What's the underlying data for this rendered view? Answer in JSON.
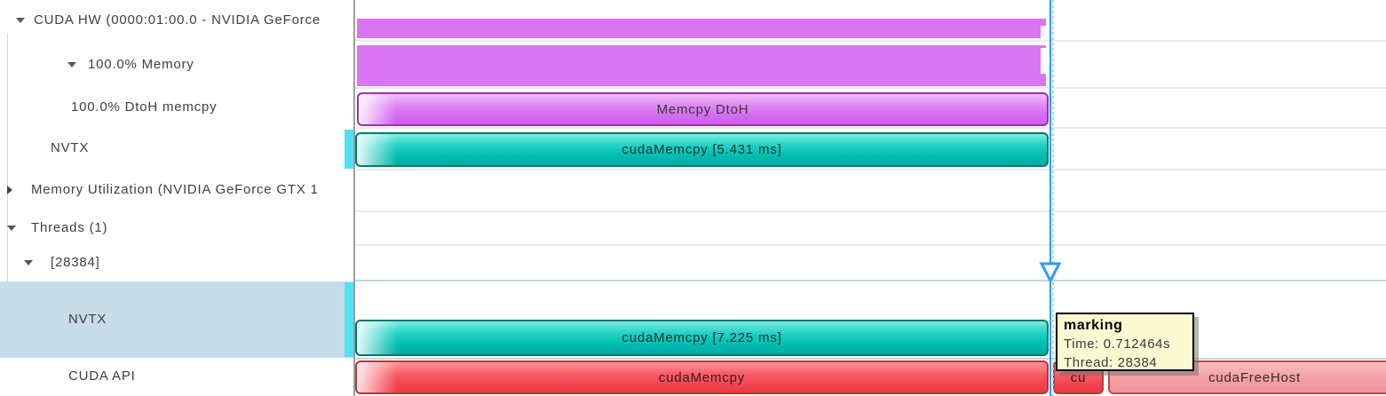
{
  "tree": {
    "rows": [
      {
        "label": "CUDA HW (0000:01:00.0 - NVIDIA GeForce",
        "arrow": "down"
      },
      {
        "label": "100.0% Memory",
        "arrow": "down"
      },
      {
        "label": "100.0% DtoH memcpy",
        "arrow": "none"
      },
      {
        "label": "NVTX",
        "arrow": "none"
      },
      {
        "label": "Memory Utilization (NVIDIA GeForce GTX 1",
        "arrow": "right"
      },
      {
        "label": "Threads (1)",
        "arrow": "down"
      },
      {
        "label": "[28384]",
        "arrow": "down"
      },
      {
        "label": "NVTX",
        "arrow": "none",
        "selected": true
      },
      {
        "label": "CUDA API",
        "arrow": "none"
      }
    ]
  },
  "timeline": {
    "bars": {
      "memcpy_dtoh": {
        "label": "Memcpy DtoH"
      },
      "nvtx_gpu_range": {
        "label": "cudaMemcpy [5.431 ms]"
      },
      "nvtx_thread_range": {
        "label": "cudaMemcpy [7.225 ms]"
      },
      "api_cudamemcpy": {
        "label": "cudaMemcpy"
      },
      "api_cu": {
        "label": "cu"
      },
      "api_cudafreehost": {
        "label": "cudaFreeHost"
      }
    }
  },
  "marker_tooltip": {
    "title": "marking",
    "time_line": "Time: 0.712464s",
    "thread_line": "Thread: 28384"
  },
  "colors": {
    "bar_purple_flat": "#d974f2",
    "bar_purple_border": "#9b31ae",
    "bar_teal_fill": "#00bdb1",
    "bar_teal_border": "#00786d",
    "bar_red_fill": "#f2434e",
    "bar_red_border": "#b13c38",
    "bar_pink_fill": "#f4a2a7",
    "nvtx_strip_cyan": "#4fe3f2",
    "selected_row_bg": "#c8dbe9",
    "marker_blue": "#2f9bf3",
    "tooltip_bg": "#fcf9d2",
    "grid_line": "#ececec"
  }
}
